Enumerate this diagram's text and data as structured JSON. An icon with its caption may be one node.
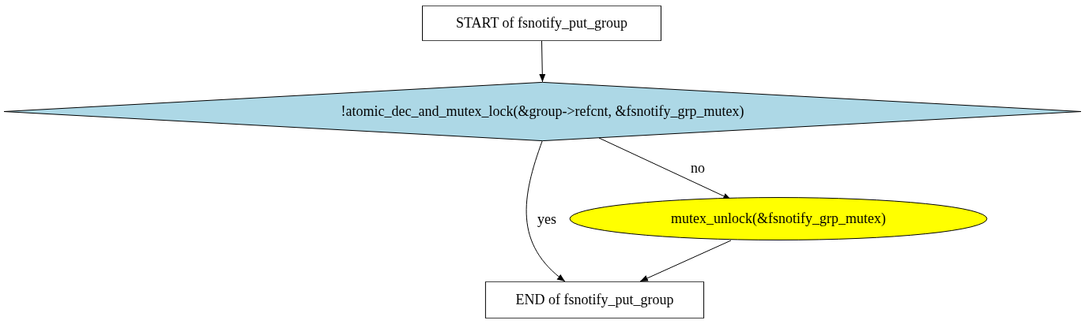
{
  "diagram": {
    "nodes": [
      {
        "text": [
          "START of fsnotify_put_group"
        ]
      },
      {
        "text": [
          "!atomic_dec_and_mutex_lock(&group->refcnt, &fsnotify_grp_mutex)"
        ]
      },
      {
        "text": [
          "mutex_unlock(&fsnotify_grp_mutex)"
        ]
      },
      {
        "text": [
          "END of fsnotify_put_group"
        ]
      }
    ],
    "edges": [
      {
        "from": 0,
        "to": 1,
        "arrow": "to"
      },
      {
        "from": 1,
        "to": 3,
        "arrow": "to",
        "label": "yes"
      },
      {
        "from": 1,
        "to": 2,
        "arrow": "to",
        "label": "no"
      },
      {
        "from": 2,
        "to": 3,
        "arrow": "to"
      }
    ]
  }
}
